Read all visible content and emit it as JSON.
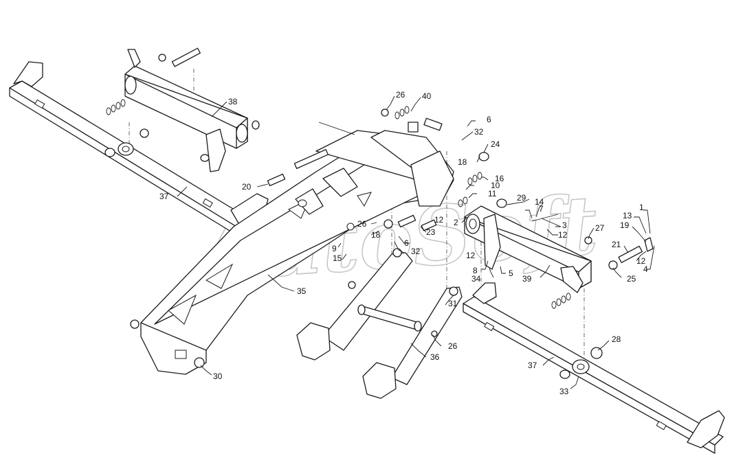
{
  "figure": {
    "watermark": "AutoSoft"
  },
  "callouts": [
    {
      "id": "c1",
      "label": "1"
    },
    {
      "id": "c2",
      "label": "2"
    },
    {
      "id": "c3",
      "label": "3"
    },
    {
      "id": "c4",
      "label": "4"
    },
    {
      "id": "c5",
      "label": "5"
    },
    {
      "id": "c6a",
      "label": "6"
    },
    {
      "id": "c6b",
      "label": "6"
    },
    {
      "id": "c7",
      "label": "7"
    },
    {
      "id": "c8",
      "label": "8"
    },
    {
      "id": "c9",
      "label": "9"
    },
    {
      "id": "c10",
      "label": "10"
    },
    {
      "id": "c11",
      "label": "11"
    },
    {
      "id": "c12a",
      "label": "12"
    },
    {
      "id": "c12b",
      "label": "12"
    },
    {
      "id": "c12c",
      "label": "12"
    },
    {
      "id": "c12d",
      "label": "12"
    },
    {
      "id": "c13",
      "label": "13"
    },
    {
      "id": "c14",
      "label": "14"
    },
    {
      "id": "c15",
      "label": "15"
    },
    {
      "id": "c16",
      "label": "16"
    },
    {
      "id": "c18a",
      "label": "18"
    },
    {
      "id": "c18b",
      "label": "18"
    },
    {
      "id": "c19",
      "label": "19"
    },
    {
      "id": "c20",
      "label": "20"
    },
    {
      "id": "c21",
      "label": "21"
    },
    {
      "id": "c23",
      "label": "23"
    },
    {
      "id": "c24",
      "label": "24"
    },
    {
      "id": "c25",
      "label": "25"
    },
    {
      "id": "c26a",
      "label": "26"
    },
    {
      "id": "c26b",
      "label": "26"
    },
    {
      "id": "c26c",
      "label": "26"
    },
    {
      "id": "c27",
      "label": "27"
    },
    {
      "id": "c28",
      "label": "28"
    },
    {
      "id": "c29",
      "label": "29"
    },
    {
      "id": "c30",
      "label": "30"
    },
    {
      "id": "c31",
      "label": "31"
    },
    {
      "id": "c32a",
      "label": "32"
    },
    {
      "id": "c32b",
      "label": "32"
    },
    {
      "id": "c33",
      "label": "33"
    },
    {
      "id": "c34",
      "label": "34"
    },
    {
      "id": "c35",
      "label": "35"
    },
    {
      "id": "c36",
      "label": "36"
    },
    {
      "id": "c37a",
      "label": "37"
    },
    {
      "id": "c37b",
      "label": "37"
    },
    {
      "id": "c38",
      "label": "38"
    },
    {
      "id": "c39",
      "label": "39"
    },
    {
      "id": "c40",
      "label": "40"
    }
  ]
}
